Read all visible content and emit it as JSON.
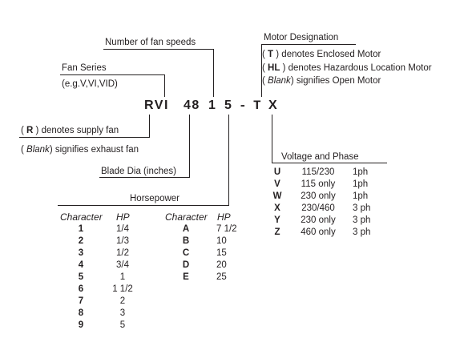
{
  "labels": {
    "fan_speeds": "Number of fan speeds",
    "motor_designation": "Motor Designation",
    "fan_series": "Fan Series",
    "fan_series_eg": "(e.g.V,VI,VID)",
    "blade_dia": "Blade Dia (inches)",
    "horsepower": "Horsepower",
    "voltage_phase": "Voltage and Phase"
  },
  "motor_notes": {
    "t_letter": "T",
    "t_text": "denotes Enclosed Motor",
    "hl_letter": "HL",
    "hl_text": "denotes Hazardous Location Motor",
    "blank_word": "Blank",
    "blank_text": "signifies Open Motor"
  },
  "supply_notes": {
    "r_letter": "R",
    "r_text": "denotes supply fan",
    "blank_word": "Blank",
    "blank_text": "signifies exhaust fan"
  },
  "model_code": {
    "series": "RVI",
    "blade": "48",
    "hp": "1",
    "speeds": "5",
    "dash": "-",
    "motor": "T",
    "voltage": "X"
  },
  "hp_table": {
    "header_char": "Character",
    "header_hp": "HP",
    "left": {
      "chars": [
        "1",
        "2",
        "3",
        "4",
        "5",
        "6",
        "7",
        "8",
        "9"
      ],
      "hp": [
        "1/4",
        "1/3",
        "1/2",
        "3/4",
        "1",
        "1 1/2",
        "2",
        "3",
        "5"
      ]
    },
    "right": {
      "chars": [
        "A",
        "B",
        "C",
        "D",
        "E"
      ],
      "hp": [
        "7 1/2",
        "10",
        "15",
        "20",
        "25"
      ]
    }
  },
  "voltage_table": {
    "codes": [
      "U",
      "V",
      "W",
      "X",
      "Y",
      "Z"
    ],
    "voltages": [
      "115/230",
      "115 only",
      "230 only",
      "230/460",
      "230 only",
      "460 only"
    ],
    "phases": [
      "1ph",
      "1ph",
      "1ph",
      "3 ph",
      "3 ph",
      "3 ph"
    ]
  }
}
